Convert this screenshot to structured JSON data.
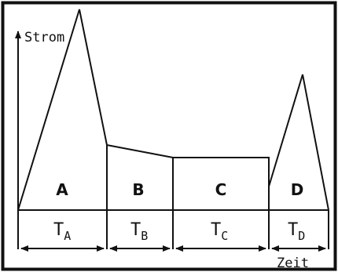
{
  "axis": {
    "y_label": "Strom",
    "x_label": "Zeit"
  },
  "regions": [
    {
      "label": "A",
      "duration_main": "T",
      "duration_sub": "A"
    },
    {
      "label": "B",
      "duration_main": "T",
      "duration_sub": "B"
    },
    {
      "label": "C",
      "duration_main": "T",
      "duration_sub": "C"
    },
    {
      "label": "D",
      "duration_main": "T",
      "duration_sub": "D"
    }
  ],
  "colors": {
    "ink": "#111111",
    "background": "#ffffff"
  }
}
